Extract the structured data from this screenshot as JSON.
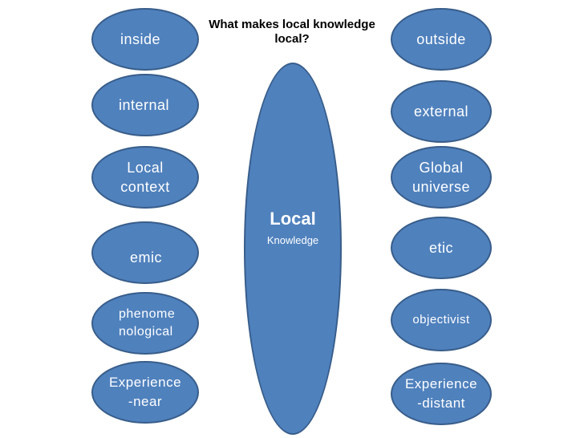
{
  "title": "What makes local knowledge\nlocal?",
  "center": {
    "main": "Local",
    "sub": "Knowledge"
  },
  "left": [
    "inside",
    "internal",
    "Local\ncontext",
    "emic",
    "phenome\nnological",
    "Experience\n-near"
  ],
  "right": [
    "outside",
    "external",
    "Global\nuniverse",
    "etic",
    "objectivist",
    "Experience\n-distant"
  ],
  "colors": {
    "oval_fill": "#4f81bd",
    "oval_border": "#385d8a",
    "text": "#ffffff"
  }
}
